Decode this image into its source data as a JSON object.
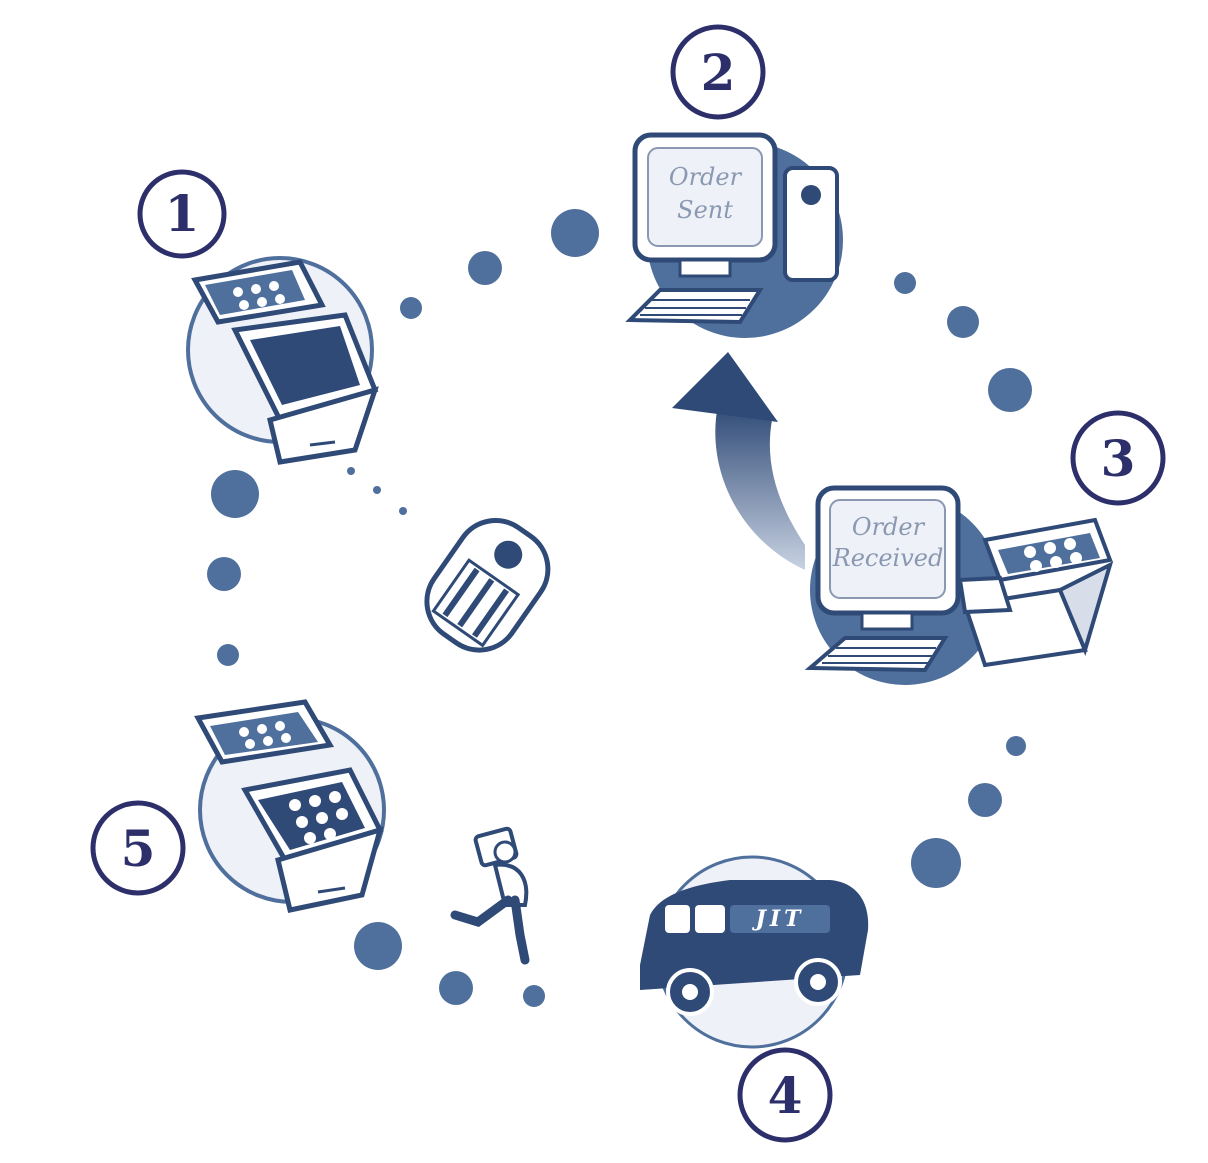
{
  "steps": [
    {
      "number": "1"
    },
    {
      "number": "2",
      "screen_line1": "Order",
      "screen_line2": "Sent"
    },
    {
      "number": "3",
      "screen_line1": "Order",
      "screen_line2": "Received"
    },
    {
      "number": "4",
      "truck_label": "JIT"
    },
    {
      "number": "5"
    }
  ],
  "colors": {
    "primary": "#4f6f9c",
    "dark": "#2f4a76",
    "light": "#eef1f7",
    "number_ink": "#2d2f6b"
  },
  "icons": [
    "bin-icon",
    "computer-icon",
    "box-icon",
    "truck-icon",
    "person-icon",
    "scanner-icon",
    "arrow-icon"
  ]
}
